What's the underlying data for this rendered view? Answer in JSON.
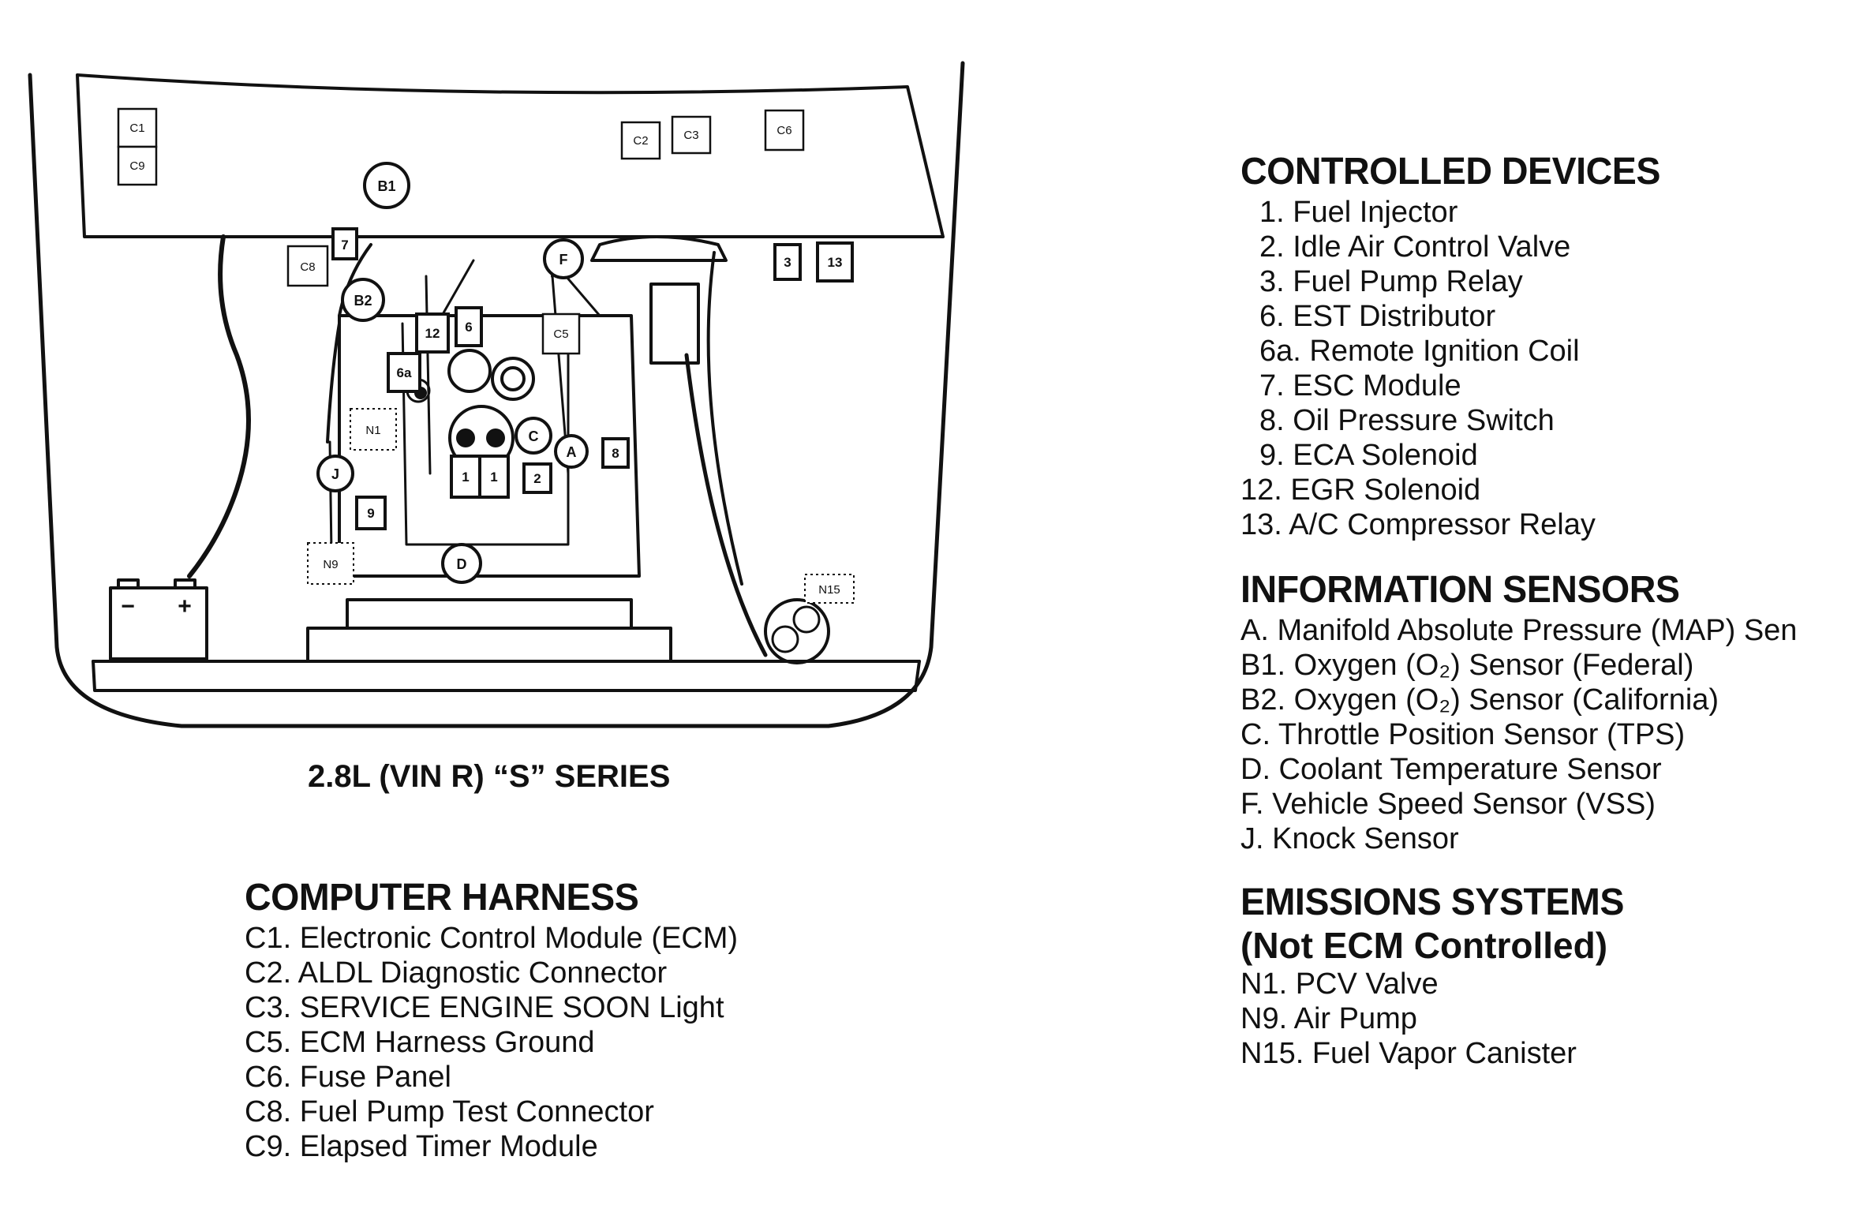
{
  "caption": "2.8L (VIN R) “S” SERIES",
  "diagram_labels": {
    "C1": "C1",
    "C9": "C9",
    "C2": "C2",
    "C3": "C3",
    "C6": "C6",
    "C8": "C8",
    "C5": "C5",
    "B1": "B1",
    "B2": "B2",
    "F": "F",
    "C": "C",
    "A": "A",
    "D": "D",
    "J": "J",
    "n7": "7",
    "n3": "3",
    "n13": "13",
    "n12": "12",
    "n6": "6",
    "n6a": "6a",
    "n1a": "1",
    "n1b": "1",
    "n2": "2",
    "n8": "8",
    "n9": "9",
    "N1": "N1",
    "N9": "N9",
    "N15": "N15",
    "minus": "−",
    "plus": "+"
  },
  "controlled_devices": {
    "title": "CONTROLLED DEVICES",
    "items": [
      "1. Fuel Injector",
      "2. Idle Air Control Valve",
      "3. Fuel Pump Relay",
      "6. EST Distributor",
      "6a. Remote Ignition Coil",
      "7. ESC Module",
      "8. Oil Pressure Switch",
      "9. ECA Solenoid",
      "12. EGR Solenoid",
      "13. A/C Compressor Relay"
    ]
  },
  "information_sensors": {
    "title": "INFORMATION SENSORS",
    "items": [
      "A. Manifold Absolute Pressure (MAP) Sen",
      "B1. Oxygen (O₂) Sensor (Federal)",
      "B2. Oxygen (O₂) Sensor (California)",
      "C. Throttle Position Sensor (TPS)",
      "D. Coolant Temperature Sensor",
      "F. Vehicle Speed Sensor (VSS)",
      "J. Knock Sensor"
    ]
  },
  "emissions_systems": {
    "title": "EMISSIONS SYSTEMS",
    "subtitle": "(Not ECM Controlled)",
    "items": [
      "N1. PCV Valve",
      "N9. Air Pump",
      "N15. Fuel Vapor Canister"
    ]
  },
  "computer_harness": {
    "title": "COMPUTER HARNESS",
    "items": [
      "C1. Electronic Control Module (ECM)",
      "C2. ALDL Diagnostic Connector",
      "C3. SERVICE ENGINE SOON Light",
      "C5. ECM Harness Ground",
      "C6. Fuse Panel",
      "C8. Fuel Pump Test Connector",
      "C9. Elapsed Timer Module"
    ]
  }
}
